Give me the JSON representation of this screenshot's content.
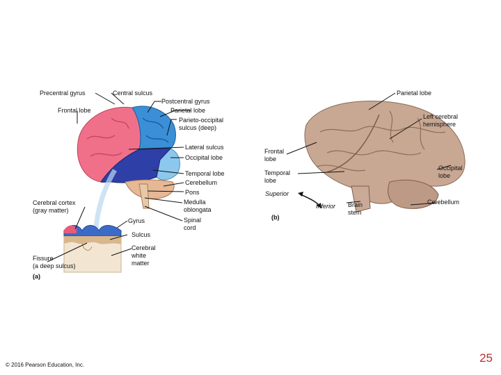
{
  "panel_a": {
    "labels": {
      "precentral_gyrus": "Precentral gyrus",
      "central_sulcus": "Central sulcus",
      "postcentral_gyrus": "Postcentral gyrus",
      "parietal_lobe": "Parietal lobe",
      "frontal_lobe": "Frontal lobe",
      "parieto_occipital_sulcus": "Parieto-occipital\nsulcus (deep)",
      "lateral_sulcus": "Lateral sulcus",
      "occipital_lobe": "Occipital lobe",
      "temporal_lobe": "Temporal lobe",
      "cerebellum": "Cerebellum",
      "pons": "Pons",
      "medulla_oblongata": "Medulla\noblongata",
      "spinal_cord": "Spinal\ncord",
      "cerebral_cortex": "Cerebral cortex\n(gray matter)",
      "gyrus": "Gyrus",
      "sulcus": "Sulcus",
      "fissure": "Fissure\n(a deep sulcus)",
      "cerebral_white_matter": "Cerebral\nwhite\nmatter"
    },
    "panel_tag": "(a)"
  },
  "panel_b": {
    "labels": {
      "parietal_lobe": "Parietal lobe",
      "left_cerebral_hemisphere": "Left cerebral\nhemisphere",
      "frontal_lobe": "Frontal\nlobe",
      "occipital_lobe": "Occipital\nlobe",
      "temporal_lobe": "Temporal\nlobe",
      "superior": "Superior",
      "inferior": "Inferior",
      "brain_stem": "Brain\nstem",
      "cerebellum": "Cerebellum"
    },
    "panel_tag": "(b)"
  },
  "footer": {
    "copyright": "© 2016 Pearson Education, Inc.",
    "page_number": "25"
  },
  "colors": {
    "frontal": "#f0708a",
    "parietal": "#3a8fd6",
    "occipital": "#8cc8ee",
    "temporal": "#2f3fa8",
    "cerebellum": "#e6b896",
    "brainstem": "#e7c9a8",
    "page_number": "#c1272d"
  }
}
